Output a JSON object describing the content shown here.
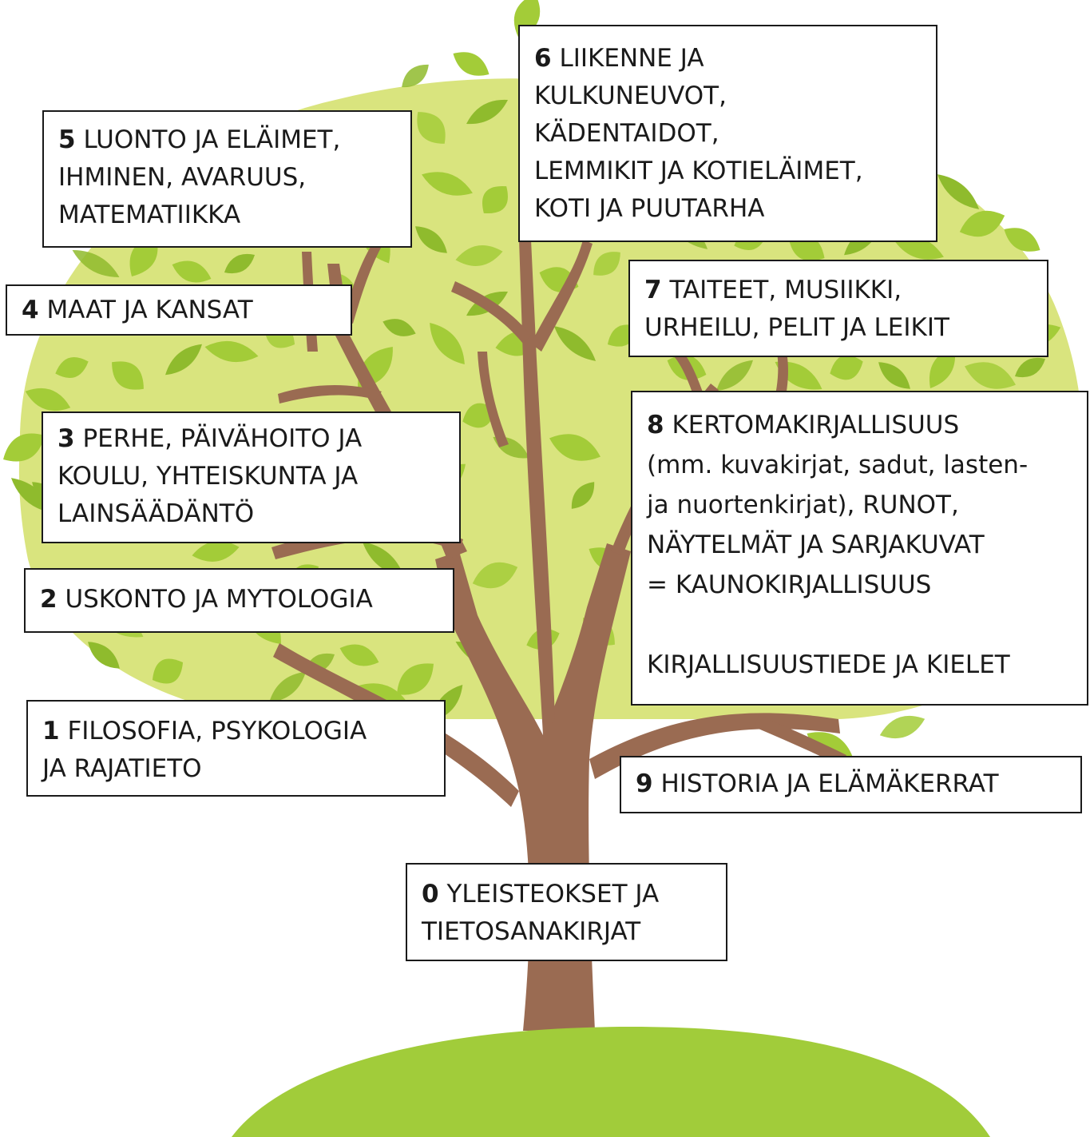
{
  "colors": {
    "canopy": "#d9e47e",
    "leaf": "#a3cc38",
    "leaf_dark": "#8fbb2d",
    "trunk": "#9a6b52",
    "ground": "#a1cc3a",
    "box_border": "#1a1a1a"
  },
  "categories": [
    {
      "id": "c0",
      "num": "0",
      "lines": [
        "YLEISTEOKSET JA",
        "TIETOSANAKIRJAT"
      ]
    },
    {
      "id": "c1",
      "num": "1",
      "lines": [
        "FILOSOFIA, PSYKOLOGIA",
        "JA RAJATIETO"
      ]
    },
    {
      "id": "c2",
      "num": "2",
      "lines": [
        "USKONTO JA MYTOLOGIA"
      ]
    },
    {
      "id": "c3",
      "num": "3",
      "lines": [
        "PERHE, PÄIVÄHOITO JA",
        "KOULU, YHTEISKUNTA JA",
        "LAINSÄÄDÄNTÖ"
      ]
    },
    {
      "id": "c4",
      "num": "4",
      "lines": [
        "MAAT JA KANSAT"
      ]
    },
    {
      "id": "c5",
      "num": "5",
      "lines": [
        "LUONTO JA ELÄIMET,",
        "IHMINEN, AVARUUS,",
        "MATEMATIIKKA"
      ]
    },
    {
      "id": "c6",
      "num": "6",
      "lines": [
        "LIIKENNE JA",
        "KULKUNEUVOT,",
        "KÄDENTAIDOT,",
        "LEMMIKIT JA KOTIELÄIMET,",
        "KOTI JA PUUTARHA"
      ]
    },
    {
      "id": "c7",
      "num": "7",
      "lines": [
        "TAITEET, MUSIIKKI,",
        "URHEILU, PELIT JA LEIKIT"
      ]
    },
    {
      "id": "c8",
      "num": "8",
      "lines": [
        "KERTOMAKIRJALLISUUS",
        "(mm. kuvakirjat, sadut, lasten-",
        "ja nuortenkirjat), RUNOT,",
        "NÄYTELMÄT JA SARJAKUVAT",
        "= KAUNOKIRJALLISUUS",
        "",
        "KIRJALLISUUSTIEDE JA KIELET"
      ]
    },
    {
      "id": "c9",
      "num": "9",
      "lines": [
        "HISTORIA JA ELÄMÄKERRAT"
      ]
    }
  ]
}
